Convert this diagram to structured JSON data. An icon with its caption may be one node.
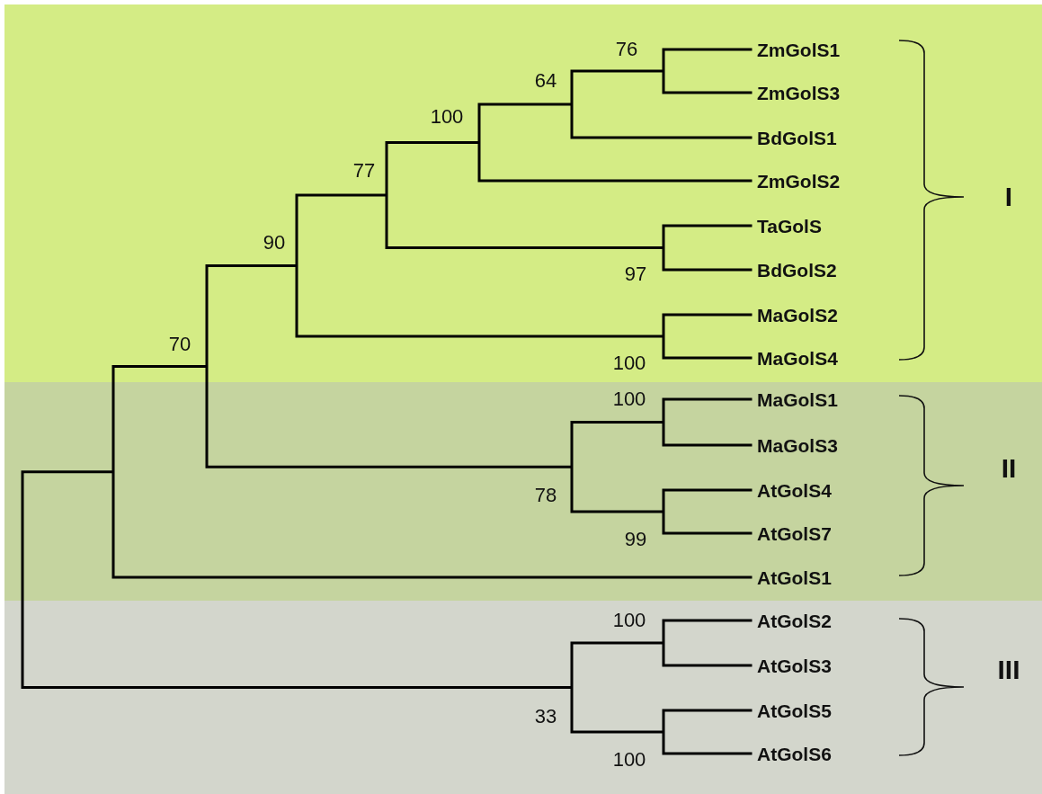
{
  "diagram": {
    "labels": [
      "76",
      "ZmGolS1",
      "64",
      "ZmGolS3",
      "100",
      "BdGolS1",
      "77",
      "ZmGolS2",
      "I",
      "TaGolS",
      "90",
      "BdGolS2",
      "97",
      "MaGolS2",
      "70",
      "MaGolS4",
      "100",
      "100",
      "MaGolS1",
      "MaGolS3",
      "II",
      "AtGolS4",
      "78",
      "AtGolS7",
      "99",
      "AtGolS1",
      "100",
      "AtGolS2",
      "AtGolS3",
      "III",
      "33",
      "AtGolS5",
      "AtGolS6",
      "100"
    ]
  }
}
